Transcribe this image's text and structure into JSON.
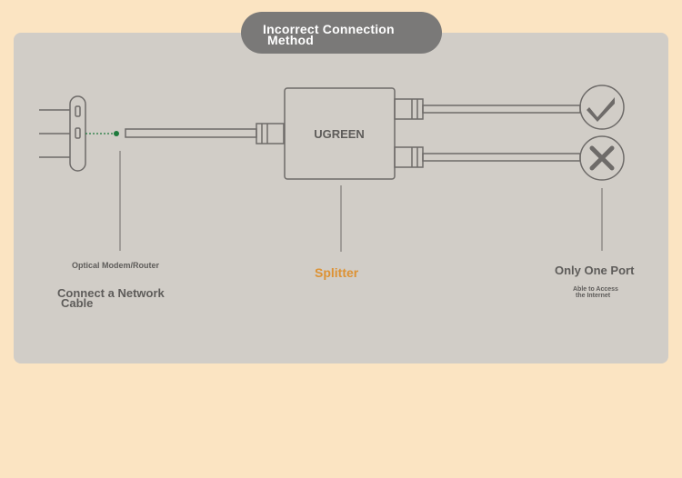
{
  "title": {
    "line1": "Incorrect Connection",
    "line2": "Method"
  },
  "device_brand": "UGREEN",
  "labels": {
    "modem": "Optical Modem/Router",
    "network_line1": "Connect a Network",
    "network_line2": "Cable",
    "splitter": "Splitter",
    "port": "Only One Port",
    "access_line1": "Able to Access",
    "access_line2": "the Internet"
  },
  "icons": {
    "correct": "check-icon",
    "incorrect": "x-icon"
  },
  "colors": {
    "background": "#fbe4c2",
    "panel": "#d1cdc7",
    "title_pill": "#7a7978",
    "line": "#6e6b69",
    "splitter_label": "#dd9234",
    "connection_dot": "#1e7a3c"
  }
}
